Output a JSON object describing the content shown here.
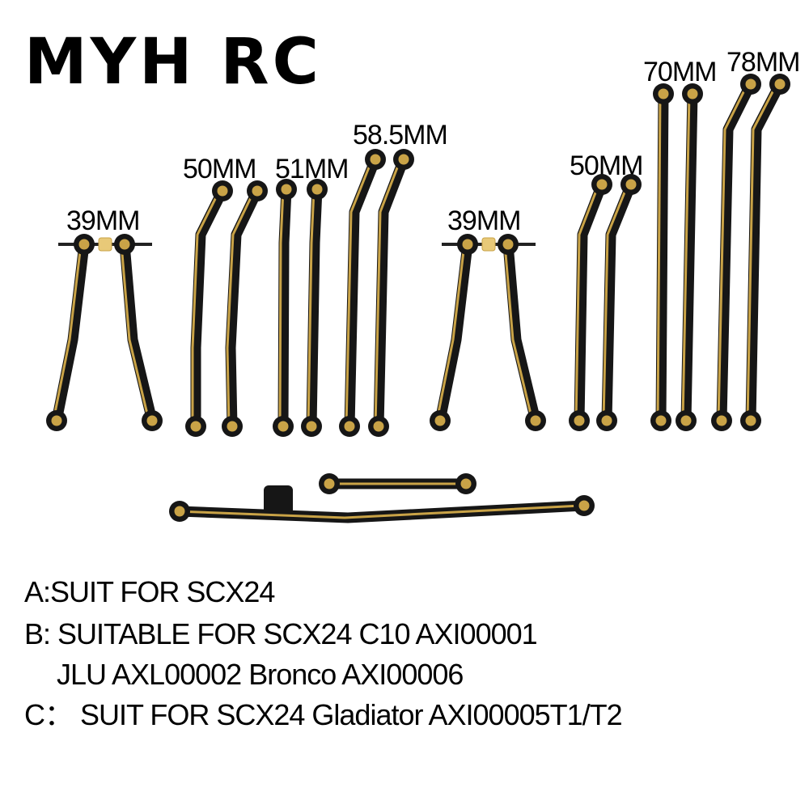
{
  "brand": "MYH RC",
  "labels": {
    "a_39": "39MM",
    "a_50": "50MM",
    "a_51": "51MM",
    "a_585": "58.5MM",
    "b_39": "39MM",
    "b_50": "50MM",
    "b_70": "70MM",
    "b_78": "78MM"
  },
  "notes": {
    "a": "A:SUIT FOR SCX24",
    "b1": "B:  SUITABLE FOR SCX24 C10 AXI00001",
    "b2": "JLU AXL00002 Bronco AXI00006",
    "c": "C：  SUIT FOR SCX24 Gladiator AXI00005T1/T2"
  },
  "colors": {
    "link": "#161616",
    "brass": "#c9a347",
    "brass_light": "#e8c978"
  }
}
